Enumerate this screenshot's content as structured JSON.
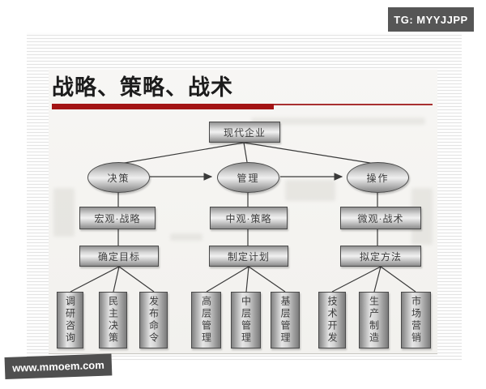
{
  "overlays": {
    "telegram_badge": "TG: MYYJJPP",
    "watermark": "www.mmoem.com"
  },
  "slide": {
    "title": "战略、策略、战术",
    "accent_bar_color": "#a31414"
  },
  "diagram": {
    "root": "现代企业",
    "columns": [
      {
        "stage": "决策",
        "scope": "宏观·战略",
        "action": "确定目标",
        "leaves": [
          "调研咨询",
          "民主决策",
          "发布命令"
        ]
      },
      {
        "stage": "管理",
        "scope": "中观·策略",
        "action": "制定计划",
        "leaves": [
          "高层管理",
          "中层管理",
          "基层管理"
        ]
      },
      {
        "stage": "操作",
        "scope": "微观·战术",
        "action": "拟定方法",
        "leaves": [
          "技术开发",
          "生产制造",
          "市场营销"
        ]
      }
    ],
    "connector_color": "#3a3a3a",
    "flow": "决策 → 管理 → 操作"
  }
}
